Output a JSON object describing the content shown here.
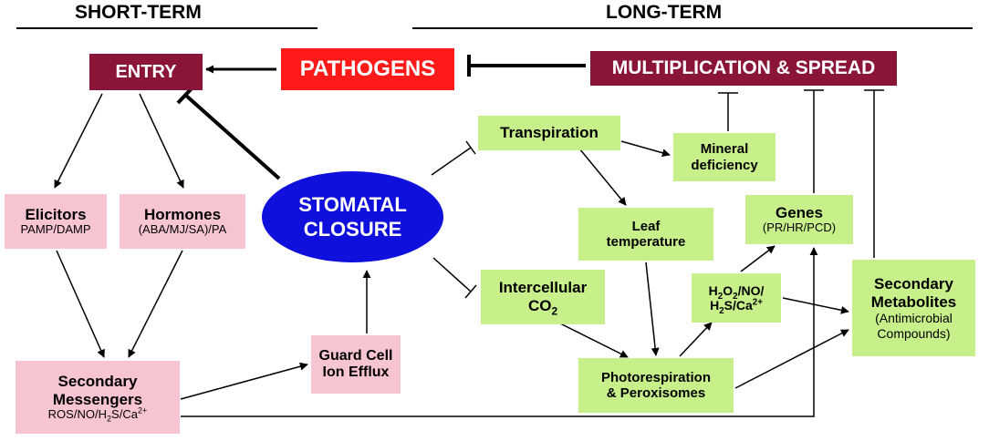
{
  "headers": {
    "short_term": "SHORT-TERM",
    "long_term": "LONG-TERM"
  },
  "nodes": {
    "entry": "ENTRY",
    "pathogens": "PATHOGENS",
    "multiplication": "MULTIPLICATION & SPREAD",
    "elicitors_title": "Elicitors",
    "elicitors_sub": "PAMP/DAMP",
    "hormones_title": "Hormones",
    "hormones_sub": "(ABA/MJ/SA)/PA",
    "stomatal_line1": "STOMATAL",
    "stomatal_line2": "CLOSURE",
    "secondary_messengers_line1": "Secondary",
    "secondary_messengers_line2": "Messengers",
    "messengers_ros_no_h": "ROS/NO/H",
    "messengers_2": "2",
    "messengers_s_ca": "S/Ca",
    "messengers_2plus": "2+",
    "guard_cell_line1": "Guard Cell",
    "guard_cell_line2": "Ion Efflux",
    "transpiration": "Transpiration",
    "mineral_line1": "Mineral",
    "mineral_line2": "deficiency",
    "leaf_line1": "Leaf",
    "leaf_line2": "temperature",
    "intercellular_line1": "Intercellular",
    "intercellular_co": "CO",
    "intercellular_2": "2",
    "genes_title": "Genes",
    "genes_sub": "(PR/HR/PCD)",
    "h2o2_h": "H",
    "h2o2_2a": "2",
    "h2o2_o": "O",
    "h2o2_2b": "2",
    "h2o2_no": "/NO/",
    "h2s_h": "H",
    "h2s_2": "2",
    "h2s_s_ca": "S/Ca",
    "h2s_2plus": "2+",
    "photo_line1": "Photorespiration",
    "photo_line2": "& Peroxisomes",
    "secmet_line1": "Secondary",
    "secmet_line2": "Metabolites",
    "secmet_sub1": "(Antimicrobial",
    "secmet_sub2": "Compounds)"
  }
}
